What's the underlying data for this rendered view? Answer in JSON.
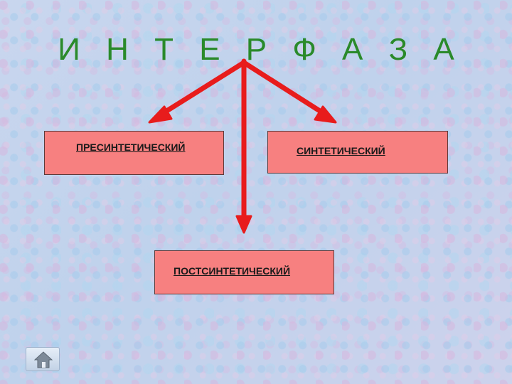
{
  "title": "И Н Т Е Р Ф А З А",
  "phases": {
    "presynthetic": "ПРЕСИНТЕТИЧЕСКИЙ",
    "synthetic": "СИНТЕТИЧЕСКИЙ",
    "postsynthetic": "ПОСТСИНТЕТИЧЕСКИЙ"
  },
  "colors": {
    "title": "#2a8a2a",
    "arrow": "#e81c1c",
    "box_fill": "#f78080",
    "background": "#c4d4ea"
  },
  "icons": {
    "home": "home-icon"
  }
}
